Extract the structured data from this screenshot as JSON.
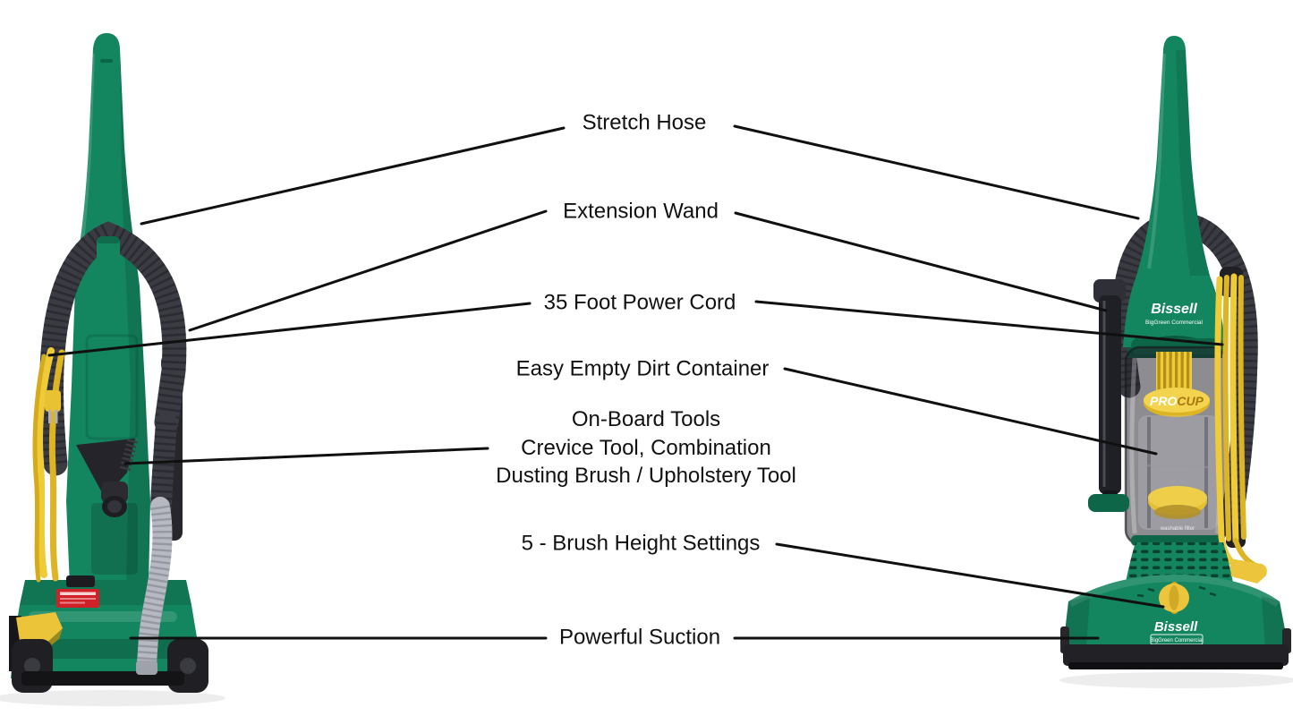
{
  "diagram": {
    "labels": {
      "stretch_hose": "Stretch Hose",
      "extension_wand": "Extension Wand",
      "power_cord": "35 Foot Power Cord",
      "dirt_container": "Easy Empty Dirt Container",
      "onboard_tools": [
        "On-Board Tools",
        "Crevice Tool, Combination",
        "Dusting Brush / Upholstery Tool"
      ],
      "brush_height": "5 - Brush Height Settings",
      "powerful_suction": "Powerful Suction"
    },
    "branding": {
      "brand": "Bissell",
      "sub_brand": "BigGreen Commercial",
      "dirt_cup_pro": "PRO",
      "dirt_cup_cup": "CUP",
      "filter_note": "washable filter"
    },
    "colors": {
      "body_green": "#14865f",
      "body_green_dark": "#0b5f43",
      "hose_gray": "#3b3b43",
      "cord_yellow": "#efcb38",
      "warning_red": "#cf2127",
      "callout_line": "#101010",
      "label_text": "#111111"
    }
  }
}
